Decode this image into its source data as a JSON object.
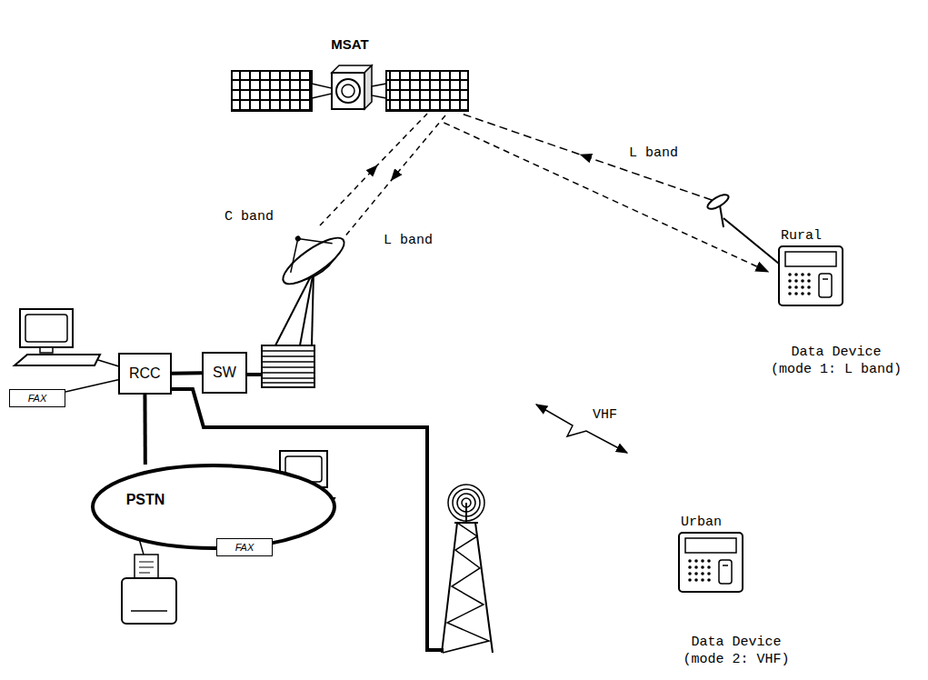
{
  "diagram": {
    "nodes": [
      {
        "text": [
          "MSAT"
        ]
      },
      {
        "text": [
          "Rural",
          "Data Device (mode 1: L band)"
        ]
      },
      {
        "text": [
          "RCC"
        ]
      },
      {
        "text": [
          "SW"
        ]
      },
      {
        "text": [
          "FAX"
        ]
      },
      {
        "text": [
          "PSTN"
        ]
      },
      {
        "text": [
          "FAX"
        ]
      },
      {
        "text": [
          "Urban",
          "Data Device (mode 2: VHF)"
        ]
      }
    ],
    "edges": [
      {
        "from": 0,
        "to": 1,
        "arrow": "to",
        "label": "L band"
      },
      {
        "from": 2,
        "to": 3,
        "arrow": "none"
      },
      {
        "from": 4,
        "to": 2,
        "arrow": "none"
      },
      {
        "from": 2,
        "to": 5,
        "arrow": "none"
      },
      {
        "from": 5,
        "to": 6,
        "arrow": "none"
      }
    ],
    "labels": [
      "C band",
      "L band",
      "VHF"
    ]
  }
}
